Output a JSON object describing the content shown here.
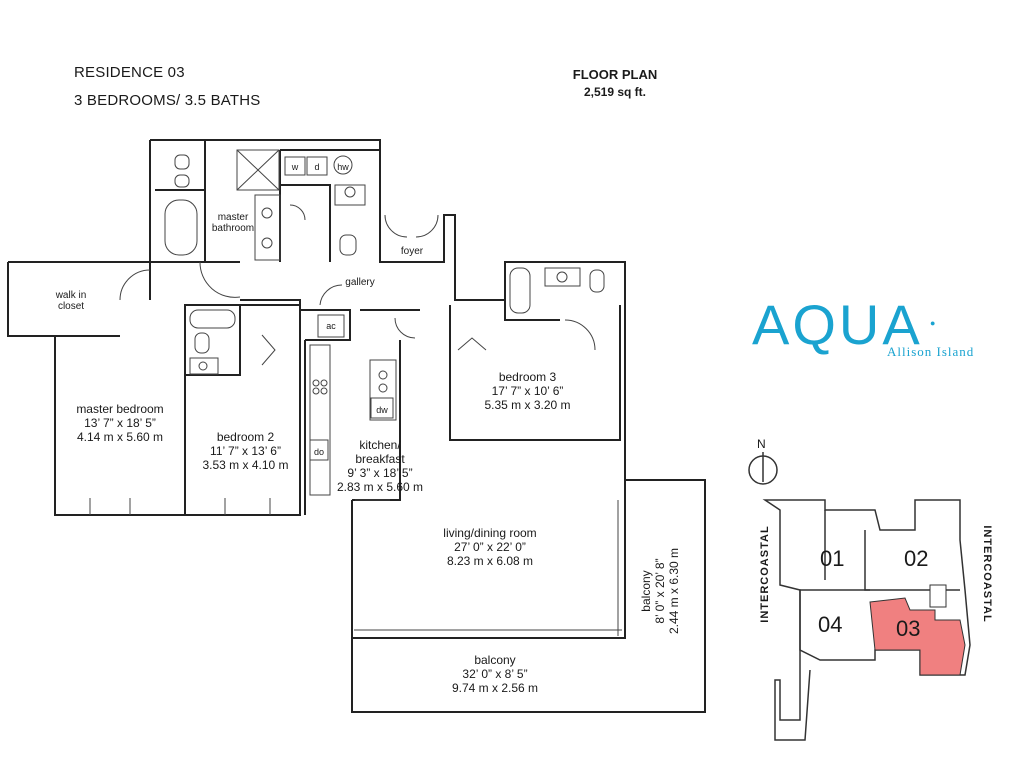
{
  "header": {
    "residence": "RESIDENCE 03",
    "config": "3 BEDROOMS/ 3.5 BATHS",
    "plan_title": "FLOOR PLAN",
    "plan_area": "2,519 sq ft."
  },
  "rooms": {
    "master_bathroom": [
      "master",
      "bathroom"
    ],
    "walk_in_closet": [
      "walk in",
      "closet"
    ],
    "foyer": "foyer",
    "gallery": "gallery",
    "master_bedroom": {
      "name": "master bedroom",
      "imperial": "13’ 7” x 18’ 5”",
      "metric": "4.14 m x 5.60 m"
    },
    "bedroom2": {
      "name": "bedroom 2",
      "imperial": "11’ 7” x 13’ 6”",
      "metric": "3.53 m x 4.10 m"
    },
    "bedroom3": {
      "name": "bedroom 3",
      "imperial": "17’ 7” x 10’ 6”",
      "metric": "5.35 m x 3.20 m"
    },
    "kitchen": {
      "name1": "kitchen/",
      "name2": "breakfast",
      "imperial": "9’ 3” x 18’ 5”",
      "metric": "2.83 m x 5.60 m"
    },
    "living": {
      "name": "living/dining room",
      "imperial": "27’ 0” x 22’ 0”",
      "metric": "8.23 m x 6.08 m"
    },
    "balcony_side": {
      "name": "balcony",
      "imperial": "8’ 0” x 20’ 8”",
      "metric": "2.44 m x 6.30 m"
    },
    "balcony_bottom": {
      "name": "balcony",
      "imperial": "32’ 0” x 8’ 5”",
      "metric": "9.74 m x 2.56 m"
    }
  },
  "fixtures": {
    "washer": "w",
    "dryer": "d",
    "water_heater": "hw",
    "ac": "ac",
    "dishwasher": "dw",
    "oven": "do"
  },
  "brand": {
    "name": "AQUA",
    "location": "Allison Island",
    "color": "#1aa3d0"
  },
  "keyplan": {
    "north": "N",
    "left_label": "INTERCOASTAL",
    "right_label": "INTERCOASTAL",
    "units": [
      "01",
      "02",
      "04",
      "03"
    ],
    "highlight_unit": "03",
    "highlight_color": "#f08080"
  }
}
